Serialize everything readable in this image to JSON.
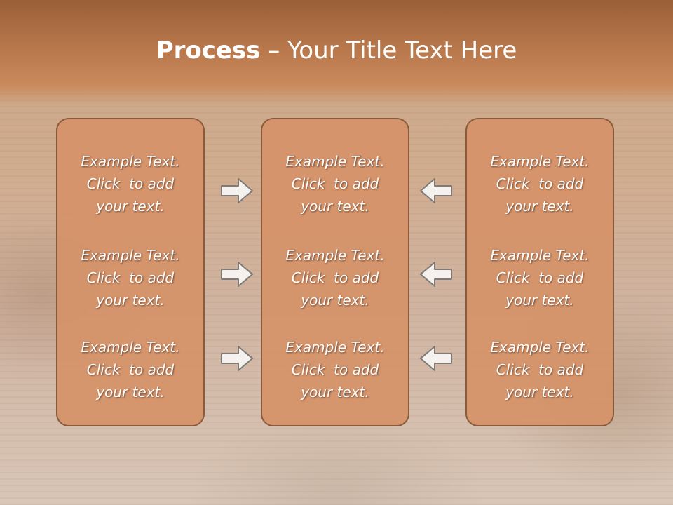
{
  "title": {
    "bold": "Process",
    "rest": " – Your Title Text Here"
  },
  "columns": [
    {
      "items": [
        [
          "Example Text.",
          "Click  to add",
          "your text."
        ],
        [
          "Example Text.",
          "Click  to add",
          "your text."
        ],
        [
          "Example Text.",
          "Click  to add",
          "your text."
        ]
      ]
    },
    {
      "items": [
        [
          "Example Text.",
          "Click  to add",
          "your text."
        ],
        [
          "Example Text.",
          "Click  to add",
          "your text."
        ],
        [
          "Example Text.",
          "Click  to add",
          "your text."
        ]
      ]
    },
    {
      "items": [
        [
          "Example Text.",
          "Click  to add",
          "your text."
        ],
        [
          "Example Text.",
          "Click  to add",
          "your text."
        ],
        [
          "Example Text.",
          "Click  to add",
          "your text."
        ]
      ]
    }
  ],
  "arrows": {
    "left_group": [
      "right-arrow-icon",
      "right-arrow-icon",
      "right-arrow-icon"
    ],
    "right_group": [
      "left-arrow-icon",
      "left-arrow-icon",
      "left-arrow-icon"
    ]
  },
  "colors": {
    "panel": "#d59268",
    "panel_border": "#8a5a3c",
    "title_band": "#b8774b",
    "text": "#ffffff"
  }
}
